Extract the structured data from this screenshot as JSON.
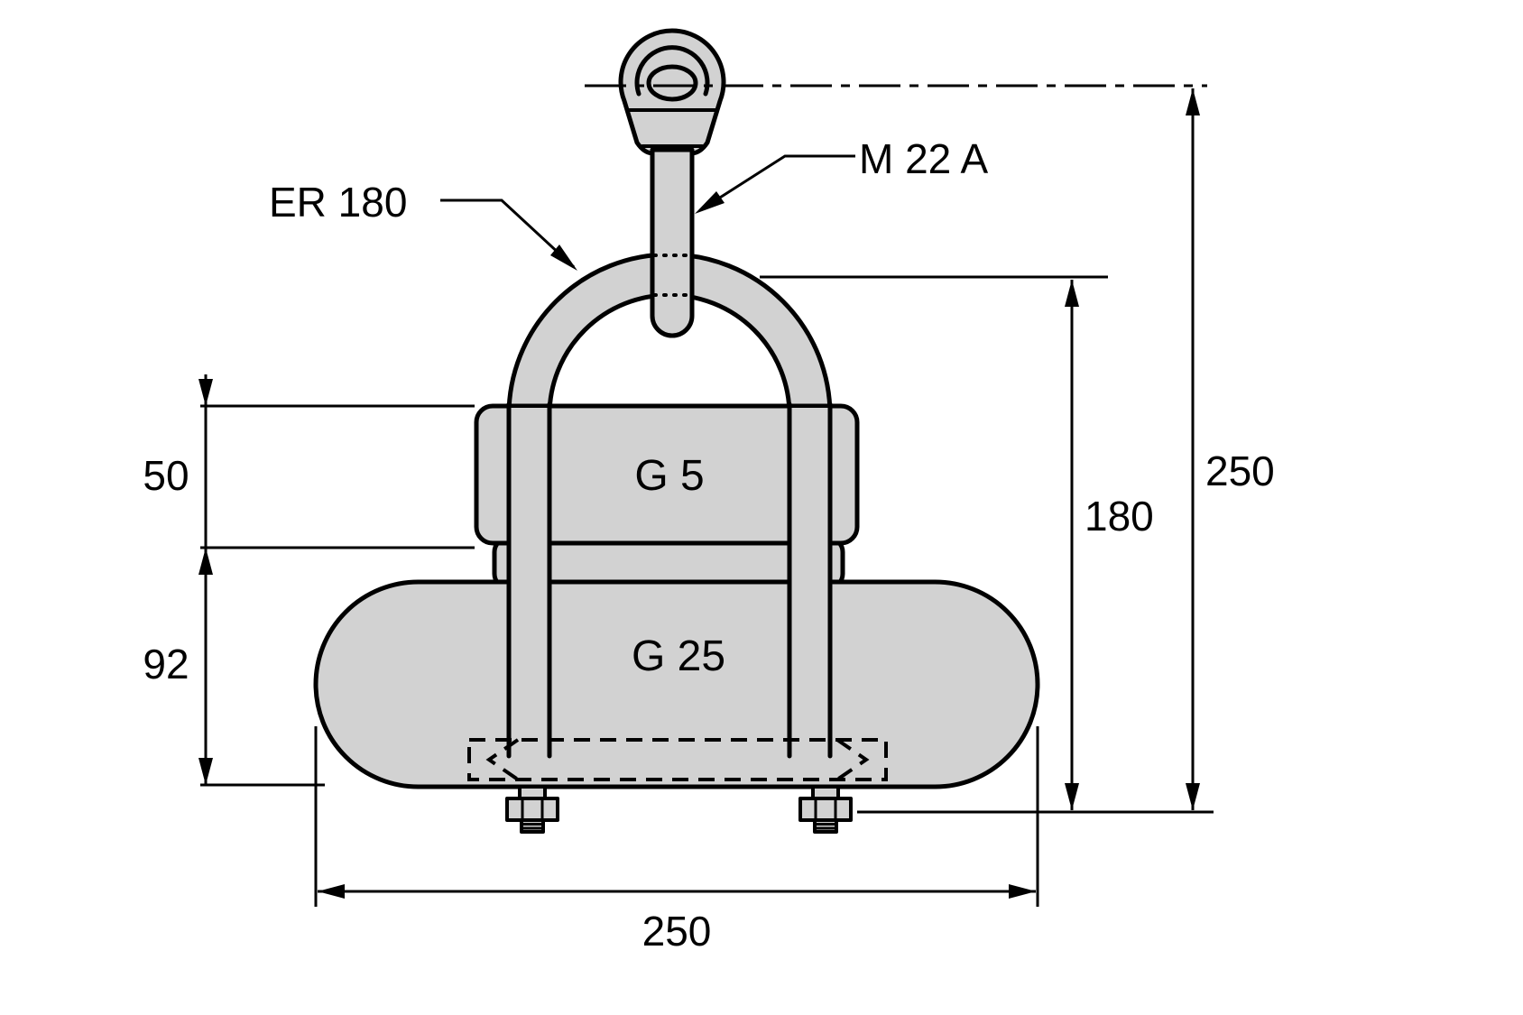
{
  "drawing": {
    "colors": {
      "fill": "#d2d2d2",
      "line": "#000000",
      "background": "#ffffff"
    },
    "labels": {
      "shackle_model": "ER 180",
      "thread_spec": "M 22 A",
      "upper_weight": "G 5",
      "lower_weight": "G 25"
    },
    "dimensions": {
      "total_height": "250",
      "clamp_height": "180",
      "upper_block_height": "50",
      "lower_block_height": "92",
      "total_width": "250"
    }
  }
}
